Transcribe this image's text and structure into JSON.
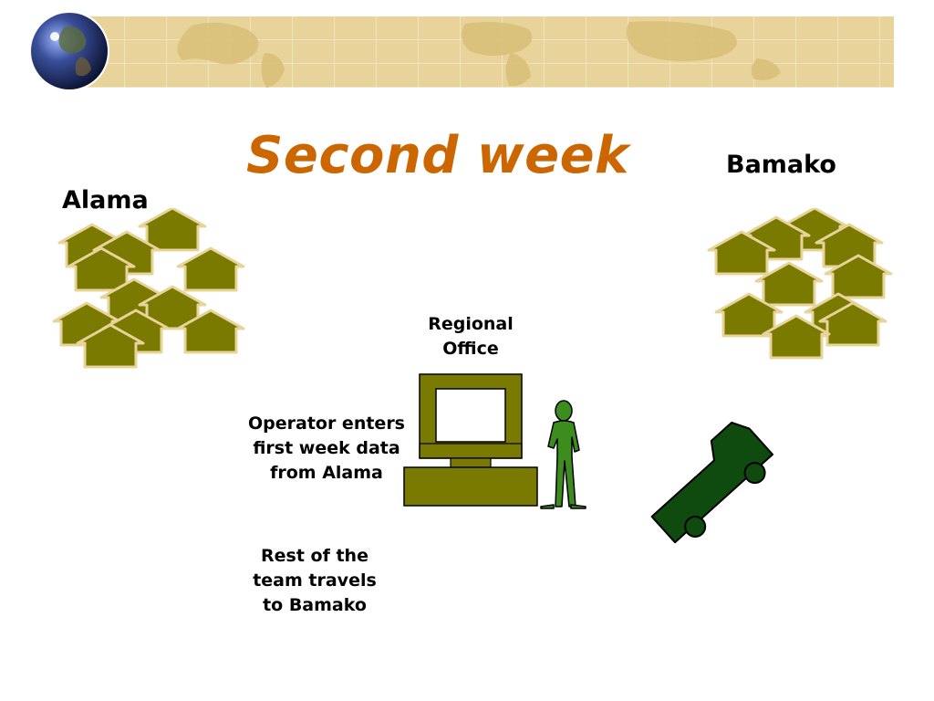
{
  "slide": {
    "title": "Second week",
    "left_place": "Alama",
    "right_place": "Bamako",
    "office_label_line1": "Regional",
    "office_label_line2": "Office",
    "operator_line1": "Operator enters",
    "operator_line2": "first week data",
    "operator_line3": "from Alama",
    "team_line1": "Rest of the",
    "team_line2": "team travels",
    "team_line3": "to Bamako"
  },
  "colors": {
    "title": "#cc6600",
    "house_fill": "#7a7a00",
    "house_outline": "#e8d49a",
    "computer": "#7a7a00",
    "person": "#3c8c1e",
    "vehicle": "#0f4a0f"
  },
  "icons": [
    "globe-icon",
    "house-icon",
    "computer-icon",
    "person-icon",
    "vehicle-icon"
  ]
}
